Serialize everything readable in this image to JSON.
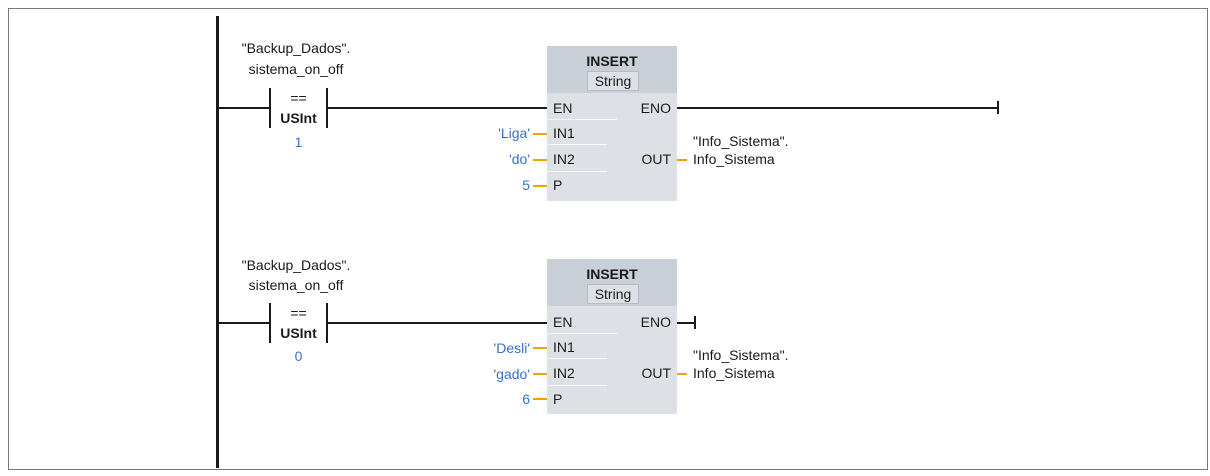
{
  "networks": [
    {
      "contact": {
        "tag_line1": "\"Backup_Dados\".",
        "tag_line2": "sistema_on_off",
        "operator": "==",
        "type": "USInt",
        "value": "1"
      },
      "block": {
        "name": "INSERT",
        "type": "String",
        "pin_en": "EN",
        "pin_eno": "ENO",
        "pin_in1": "IN1",
        "pin_in2": "IN2",
        "pin_p": "P",
        "pin_out": "OUT",
        "in1_value": "'Liga'",
        "in2_value": "'do'",
        "p_value": "5",
        "out_line1": "\"Info_Sistema\".",
        "out_line2": "Info_Sistema"
      }
    },
    {
      "contact": {
        "tag_line1": "\"Backup_Dados\".",
        "tag_line2": "sistema_on_off",
        "operator": "==",
        "type": "USInt",
        "value": "0"
      },
      "block": {
        "name": "INSERT",
        "type": "String",
        "pin_en": "EN",
        "pin_eno": "ENO",
        "pin_in1": "IN1",
        "pin_in2": "IN2",
        "pin_p": "P",
        "pin_out": "OUT",
        "in1_value": "'Desli'",
        "in2_value": "'gado'",
        "p_value": "6",
        "out_line1": "\"Info_Sistema\".",
        "out_line2": "Info_Sistema"
      }
    }
  ],
  "colors": {
    "constant_blue": "#3a6fc9",
    "connector_orange": "#f2a100",
    "block_body": "#dde1e5",
    "block_header": "#c9cfd6"
  }
}
